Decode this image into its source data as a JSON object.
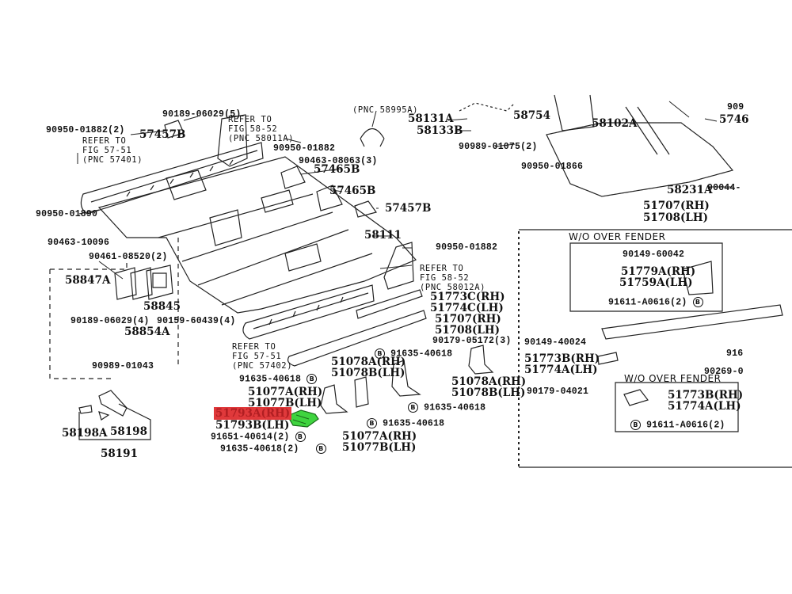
{
  "diagram": {
    "highlight_color": "#e0393b",
    "part_color": "#3fd43f",
    "bolt_mark": "B",
    "labels": {
      "p90189_06029_5": "90189-06029(5)",
      "refer_58_52_a": [
        "REFER TO",
        "FIG 58-52",
        "(PNC 58011A)"
      ],
      "pnc_58995a": "(PNC 58995A)",
      "p58131a": "58131A",
      "p58133b": "58133B",
      "p58754": "58754",
      "p58102a": "58102A",
      "p909_partial": "909",
      "p5746_partial": "5746",
      "p90950_01882_2": "90950-01882(2)",
      "refer_57_51_a": [
        "REFER TO",
        "FIG 57-51",
        "(PNC 57401)"
      ],
      "p57457b_top": "57457B",
      "p90950_01882_a": "90950-01882",
      "p90463_08063": "90463-08063(3)",
      "p57465b_1": "57465B",
      "p90989_01075": "90989-01075(2)",
      "p90950_01866": "90950-01866",
      "p57465b_2": "57465B",
      "p58231a": "58231A",
      "p90044_partial": "90044-",
      "p90950_01890": "90950-01890",
      "p57457b_2": "57457B",
      "p51707_rh_top": "51707(RH)",
      "p51708_lh_top": "51708(LH)",
      "p90463_10096": "90463-10096",
      "p58111": "58111",
      "p90461_08520": "90461-08520(2)",
      "wo_over_fender_1": "W/O OVER FENDER",
      "p90950_01882_b": "90950-01882",
      "refer_58_52_b": [
        "REFER TO",
        "FIG 58-52",
        "(PNC 58012A)"
      ],
      "p90149_60042": "90149-60042",
      "p58847a": "58847A",
      "p51779a": "51779A(RH)",
      "p51759a": "51759A(LH)",
      "p58845": "58845",
      "p51773c": "51773C(RH)",
      "p51774c": "51774C(LH)",
      "p91611_a0616_a": "91611-A0616(2)",
      "p90189_06029_4": "90189-06029(4)",
      "p90159_60439": "90159-60439(4)",
      "p58854a": "58854A",
      "p51707_rh": "51707(RH)",
      "p51708_lh": "51708(LH)",
      "refer_57_51_b": [
        "REFER TO",
        "FIG 57-51",
        "(PNC 57402)"
      ],
      "p90179_05172": "90179-05172(3)",
      "p90149_40024": "90149-40024",
      "p91635_40618_a": "91635-40618",
      "p916_partial": "916",
      "p90989_01043": "90989-01043",
      "p51078a_a": "51078A(RH)",
      "p51078b_a": "51078B(LH)",
      "p51773b_a": "51773B(RH)",
      "p51774a_a": "51774A(LH)",
      "p90269_partial": "90269-0",
      "p91635_40618_b": "91635-40618",
      "p51078a_b": "51078A(RH)",
      "p51078b_b": "51078B(LH)",
      "wo_over_fender_2": "W/O OVER FENDER",
      "p90179_04021": "90179-04021",
      "p51077a_a": "51077A(RH)",
      "p51077b_a": "51077B(LH)",
      "p51773b_b": "51773B(RH)",
      "p51774a_b": "51774A(LH)",
      "p91635_40618_c": "91635-40618",
      "p51793a": "51793A(RH)",
      "p51793b": "51793B(LH)",
      "p91635_40618_d": "91635-40618",
      "p91611_a0616_b": "91611-A0616(2)",
      "p58198a": "58198A",
      "p58198": "58198",
      "p91651_40614": "91651-40614(2)",
      "p51077a_b": "51077A(RH)",
      "p51077b_b": "51077B(LH)",
      "p91635_40618_e": "91635-40618(2)",
      "p58191": "58191"
    }
  }
}
